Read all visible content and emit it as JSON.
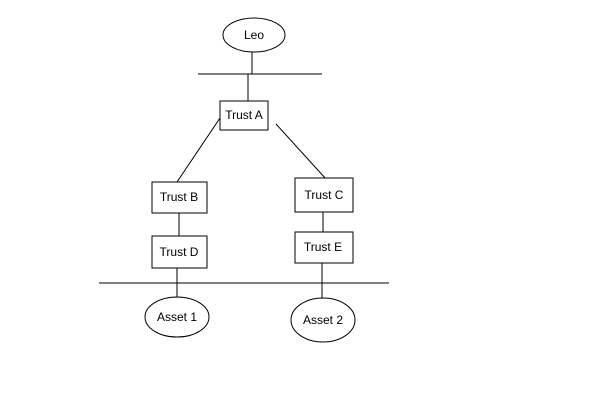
{
  "diagram": {
    "nodes": {
      "leo": "Leo",
      "trust_a": "Trust A",
      "trust_b": "Trust B",
      "trust_c": "Trust C",
      "trust_d": "Trust D",
      "trust_e": "Trust E",
      "asset_1": "Asset 1",
      "asset_2": "Asset 2"
    },
    "colors": {
      "background": "#ffffff",
      "stroke": "#000000",
      "text": "#000000"
    }
  }
}
